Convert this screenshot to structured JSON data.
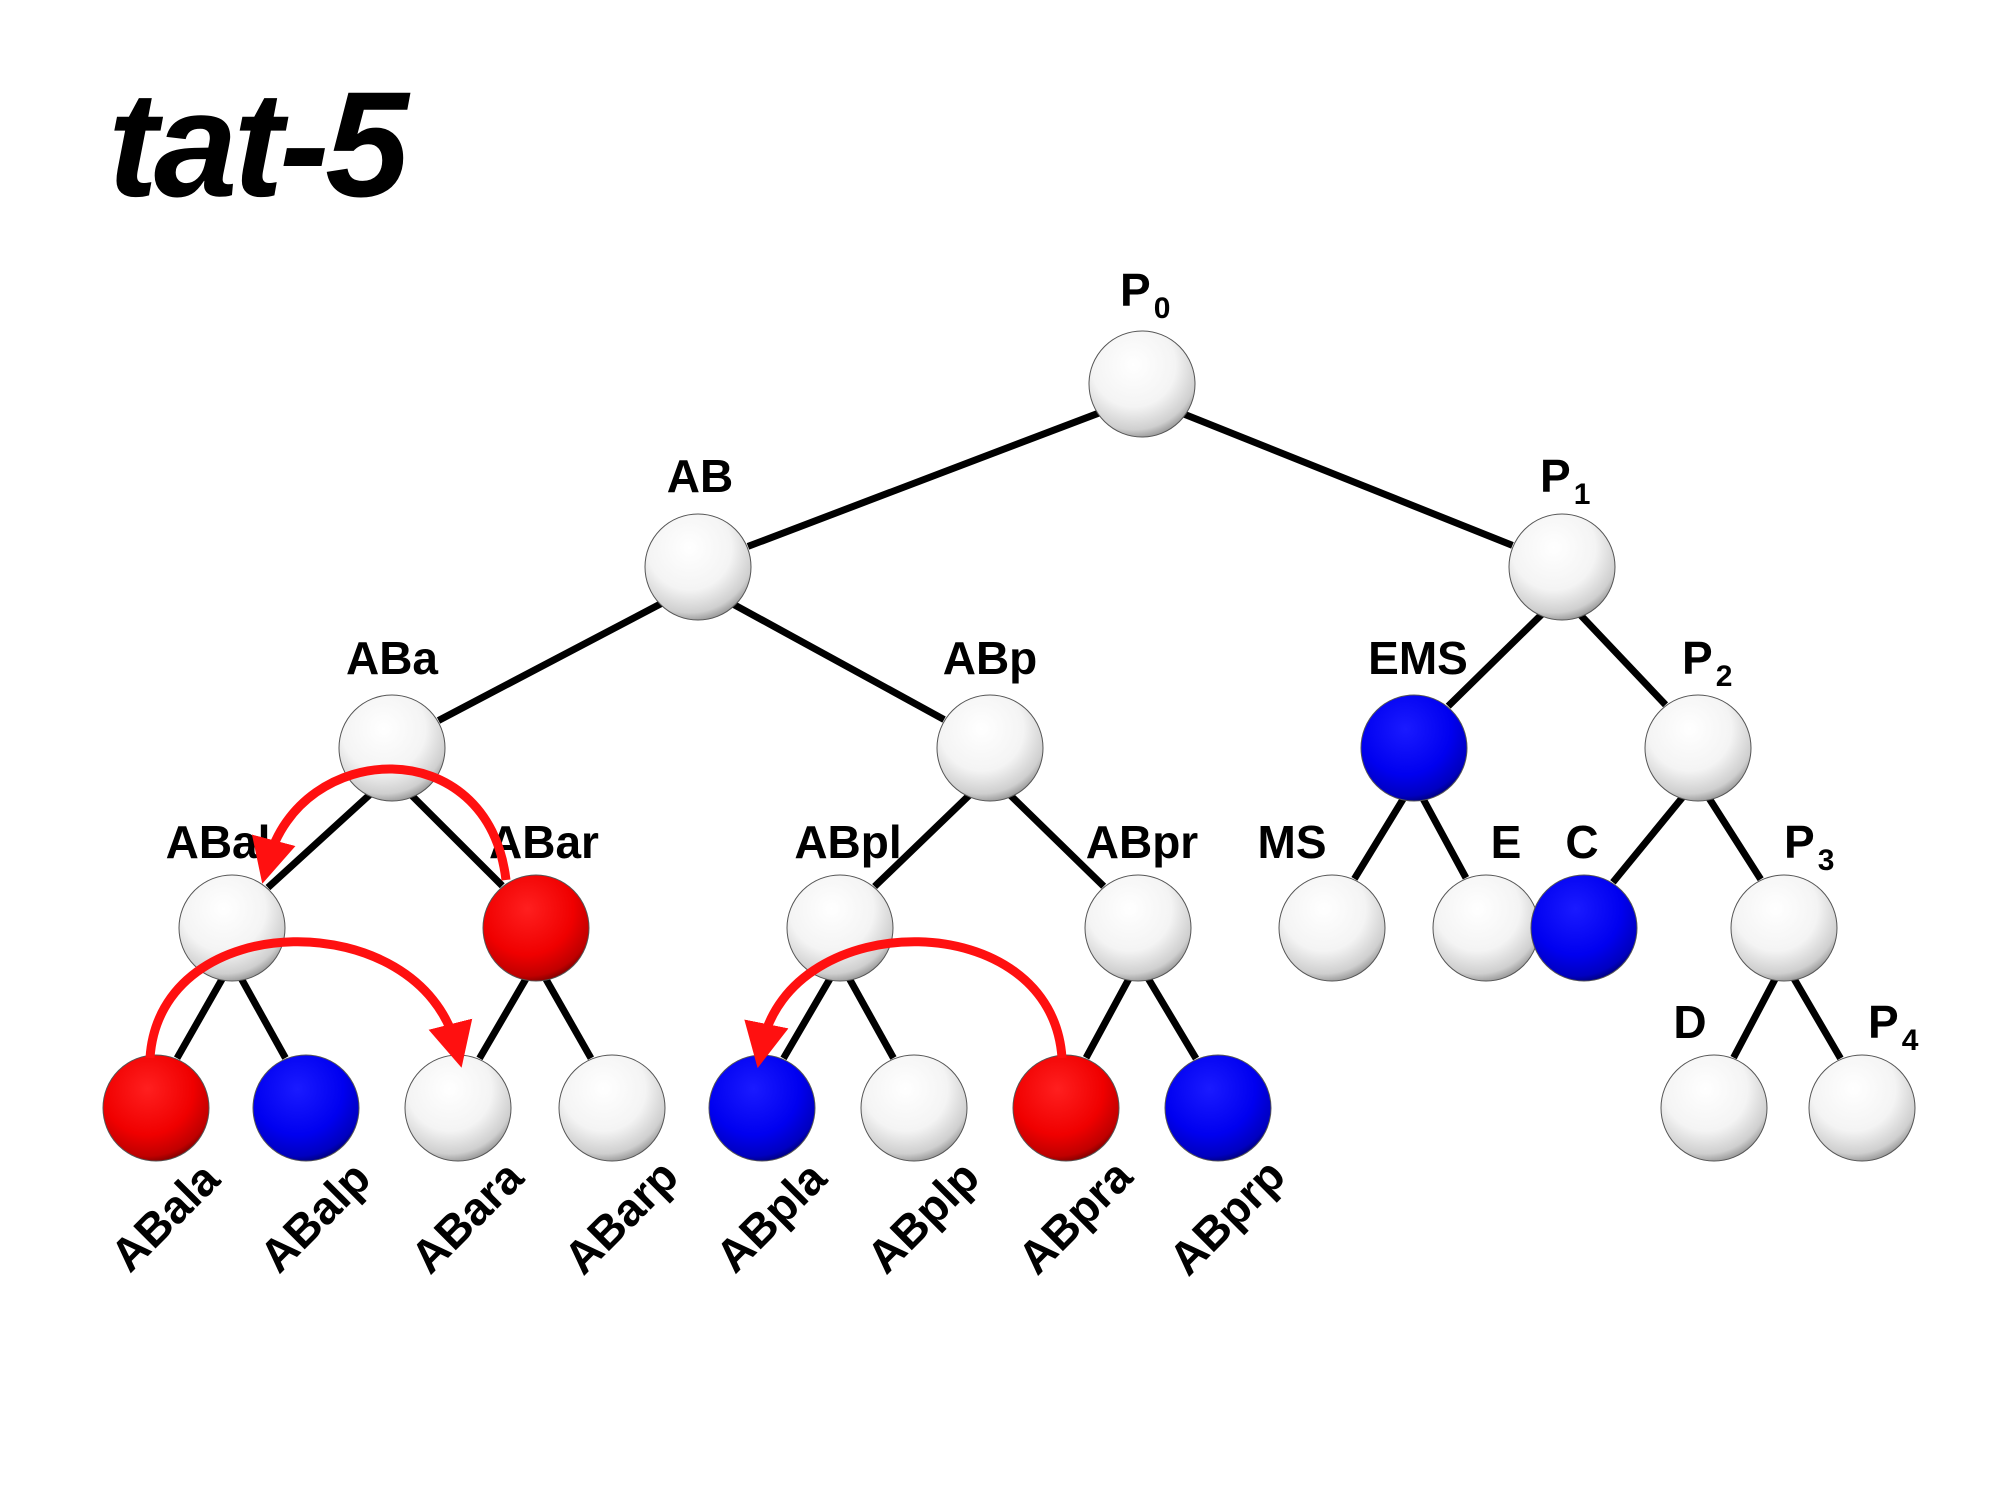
{
  "title": "tat-5",
  "colors": {
    "unlabeled": "#ffffff",
    "red": "#ff0000",
    "blue": "#0000ff",
    "arrow": "#ff1a1a",
    "line": "#000000"
  },
  "nodes": {
    "P0": {
      "label": "P",
      "sub": "0",
      "color": "unlabeled"
    },
    "AB": {
      "label": "AB",
      "color": "unlabeled"
    },
    "P1": {
      "label": "P",
      "sub": "1",
      "color": "unlabeled"
    },
    "ABa": {
      "label": "ABa",
      "color": "unlabeled"
    },
    "ABp": {
      "label": "ABp",
      "color": "unlabeled"
    },
    "EMS": {
      "label": "EMS",
      "color": "blue"
    },
    "P2": {
      "label": "P",
      "sub": "2",
      "color": "unlabeled"
    },
    "ABal": {
      "label": "ABal",
      "color": "unlabeled"
    },
    "ABar": {
      "label": "ABar",
      "color": "red"
    },
    "ABpl": {
      "label": "ABpl",
      "color": "unlabeled"
    },
    "ABpr": {
      "label": "ABpr",
      "color": "unlabeled"
    },
    "MS": {
      "label": "MS",
      "color": "unlabeled"
    },
    "E": {
      "label": "E",
      "color": "unlabeled"
    },
    "C": {
      "label": "C",
      "color": "blue"
    },
    "P3": {
      "label": "P",
      "sub": "3",
      "color": "unlabeled"
    },
    "D": {
      "label": "D",
      "color": "unlabeled"
    },
    "P4": {
      "label": "P",
      "sub": "4",
      "color": "unlabeled"
    },
    "ABala": {
      "label": "ABala",
      "color": "red"
    },
    "ABalp": {
      "label": "ABalp",
      "color": "blue"
    },
    "ABara": {
      "label": "ABara",
      "color": "unlabeled"
    },
    "ABarp": {
      "label": "ABarp",
      "color": "unlabeled"
    },
    "ABpla": {
      "label": "ABpla",
      "color": "blue"
    },
    "ABplp": {
      "label": "ABplp",
      "color": "unlabeled"
    },
    "ABpra": {
      "label": "ABpra",
      "color": "red"
    },
    "ABprp": {
      "label": "ABprp",
      "color": "blue"
    }
  },
  "edges": [
    [
      "P0",
      "AB"
    ],
    [
      "P0",
      "P1"
    ],
    [
      "AB",
      "ABa"
    ],
    [
      "AB",
      "ABp"
    ],
    [
      "P1",
      "EMS"
    ],
    [
      "P1",
      "P2"
    ],
    [
      "ABa",
      "ABal"
    ],
    [
      "ABa",
      "ABar"
    ],
    [
      "ABp",
      "ABpl"
    ],
    [
      "ABp",
      "ABpr"
    ],
    [
      "EMS",
      "MS"
    ],
    [
      "EMS",
      "E"
    ],
    [
      "P2",
      "C"
    ],
    [
      "P2",
      "P3"
    ],
    [
      "ABal",
      "ABala"
    ],
    [
      "ABal",
      "ABalp"
    ],
    [
      "ABar",
      "ABara"
    ],
    [
      "ABar",
      "ABarp"
    ],
    [
      "ABpl",
      "ABpla"
    ],
    [
      "ABpl",
      "ABplp"
    ],
    [
      "ABpr",
      "ABpra"
    ],
    [
      "ABpr",
      "ABprp"
    ],
    [
      "P3",
      "D"
    ],
    [
      "P3",
      "P4"
    ]
  ],
  "arrows": [
    {
      "from": "ABar",
      "to": "ABal"
    },
    {
      "from": "ABala",
      "to": "ABara"
    },
    {
      "from": "ABpra",
      "to": "ABpla"
    }
  ]
}
